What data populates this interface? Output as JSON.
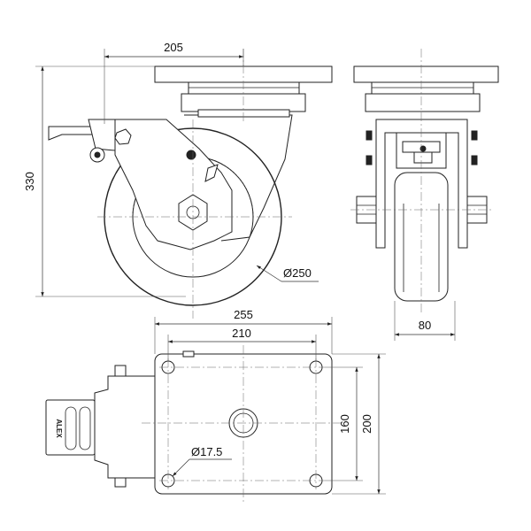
{
  "dimensions": {
    "plate_hole_spacing_top": "205",
    "overall_height": "330",
    "wheel_diameter": "Ø250",
    "wheel_width": "80",
    "plate_length": "255",
    "hole_spacing_length": "210",
    "hole_spacing_width": "160",
    "plate_width": "200",
    "bolt_hole_diameter": "Ø17.5"
  },
  "brand": {
    "label": "ALEX"
  },
  "colors": {
    "line": "#222222",
    "background": "#ffffff"
  }
}
